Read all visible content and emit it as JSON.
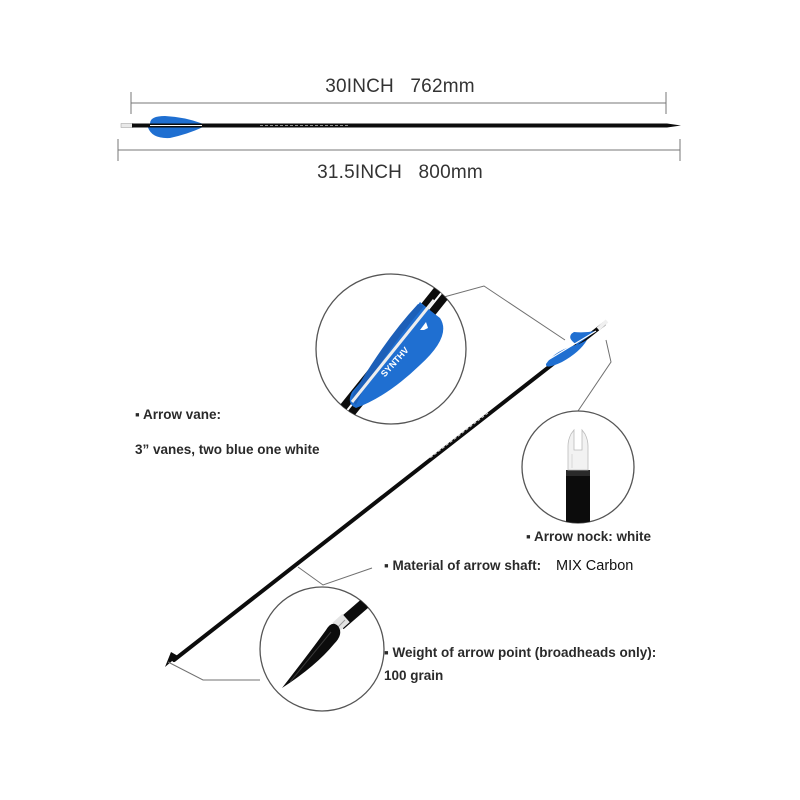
{
  "dimensions": {
    "shaft_length": "30INCH   762mm",
    "total_length": "31.5INCH   800mm"
  },
  "specs": {
    "vane": {
      "label": "▪ Arrow vane:",
      "value": "3” vanes, two blue one white"
    },
    "nock": {
      "label": "▪ Arrow nock: white"
    },
    "shaft": {
      "label": "▪ Material of arrow shaft:",
      "value": "MIX Carbon"
    },
    "point": {
      "label": "▪ Weight of arrow point (broadheads only):",
      "value": "100 grain"
    }
  },
  "vane_brand_text": "SYNTHV",
  "colors": {
    "vane_blue": "#1f6fd1",
    "shaft_black": "#0c0c0c",
    "nock_white": "#f2f2f2",
    "leader_line": "#707070"
  }
}
